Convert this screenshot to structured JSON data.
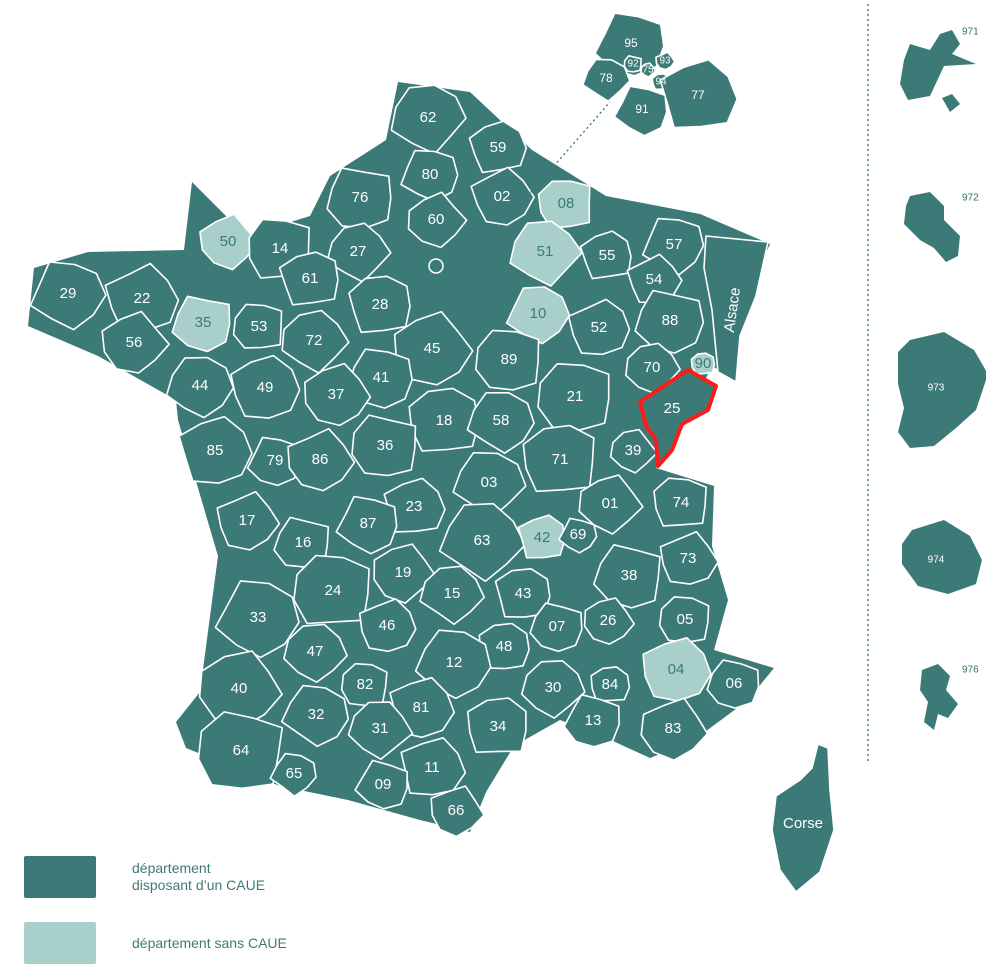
{
  "colors": {
    "with_caue": "#3c7a78",
    "without_caue": "#a9cfca",
    "highlight": "#ff1a1a",
    "label_dark_bg": "#ffffff",
    "label_light_bg": "#3c7a78"
  },
  "highlighted_department": "25",
  "departments": [
    {
      "code": "62",
      "caue": true
    },
    {
      "code": "59",
      "caue": true
    },
    {
      "code": "80",
      "caue": true
    },
    {
      "code": "02",
      "caue": true
    },
    {
      "code": "76",
      "caue": true
    },
    {
      "code": "60",
      "caue": true
    },
    {
      "code": "08",
      "caue": false
    },
    {
      "code": "51",
      "caue": false
    },
    {
      "code": "55",
      "caue": true
    },
    {
      "code": "57",
      "caue": true
    },
    {
      "code": "54",
      "caue": true
    },
    {
      "code": "Alsace",
      "caue": true
    },
    {
      "code": "50",
      "caue": false
    },
    {
      "code": "14",
      "caue": true
    },
    {
      "code": "27",
      "caue": true
    },
    {
      "code": "61",
      "caue": true
    },
    {
      "code": "29",
      "caue": true
    },
    {
      "code": "22",
      "caue": true
    },
    {
      "code": "35",
      "caue": false
    },
    {
      "code": "56",
      "caue": true
    },
    {
      "code": "53",
      "caue": true
    },
    {
      "code": "72",
      "caue": true
    },
    {
      "code": "28",
      "caue": true
    },
    {
      "code": "10",
      "caue": false
    },
    {
      "code": "52",
      "caue": true
    },
    {
      "code": "88",
      "caue": true
    },
    {
      "code": "45",
      "caue": true
    },
    {
      "code": "89",
      "caue": true
    },
    {
      "code": "70",
      "caue": true
    },
    {
      "code": "90",
      "caue": false
    },
    {
      "code": "44",
      "caue": true
    },
    {
      "code": "49",
      "caue": true
    },
    {
      "code": "41",
      "caue": true
    },
    {
      "code": "37",
      "caue": true
    },
    {
      "code": "21",
      "caue": true
    },
    {
      "code": "25",
      "caue": true
    },
    {
      "code": "18",
      "caue": true
    },
    {
      "code": "58",
      "caue": true
    },
    {
      "code": "85",
      "caue": true
    },
    {
      "code": "79",
      "caue": true
    },
    {
      "code": "86",
      "caue": true
    },
    {
      "code": "36",
      "caue": true
    },
    {
      "code": "39",
      "caue": true
    },
    {
      "code": "71",
      "caue": true
    },
    {
      "code": "03",
      "caue": true
    },
    {
      "code": "23",
      "caue": true
    },
    {
      "code": "87",
      "caue": true
    },
    {
      "code": "17",
      "caue": true
    },
    {
      "code": "16",
      "caue": true
    },
    {
      "code": "01",
      "caue": true
    },
    {
      "code": "74",
      "caue": true
    },
    {
      "code": "63",
      "caue": true
    },
    {
      "code": "42",
      "caue": false
    },
    {
      "code": "69",
      "caue": true
    },
    {
      "code": "73",
      "caue": true
    },
    {
      "code": "38",
      "caue": true
    },
    {
      "code": "19",
      "caue": true
    },
    {
      "code": "24",
      "caue": true
    },
    {
      "code": "15",
      "caue": true
    },
    {
      "code": "43",
      "caue": true
    },
    {
      "code": "33",
      "caue": true
    },
    {
      "code": "46",
      "caue": true
    },
    {
      "code": "07",
      "caue": true
    },
    {
      "code": "26",
      "caue": true
    },
    {
      "code": "05",
      "caue": true
    },
    {
      "code": "47",
      "caue": true
    },
    {
      "code": "48",
      "caue": true
    },
    {
      "code": "12",
      "caue": true
    },
    {
      "code": "04",
      "caue": false
    },
    {
      "code": "06",
      "caue": true
    },
    {
      "code": "40",
      "caue": true
    },
    {
      "code": "82",
      "caue": true
    },
    {
      "code": "30",
      "caue": true
    },
    {
      "code": "84",
      "caue": true
    },
    {
      "code": "32",
      "caue": true
    },
    {
      "code": "81",
      "caue": true
    },
    {
      "code": "13",
      "caue": true
    },
    {
      "code": "83",
      "caue": true
    },
    {
      "code": "64",
      "caue": true
    },
    {
      "code": "31",
      "caue": true
    },
    {
      "code": "34",
      "caue": true
    },
    {
      "code": "65",
      "caue": true
    },
    {
      "code": "11",
      "caue": true
    },
    {
      "code": "09",
      "caue": true
    },
    {
      "code": "66",
      "caue": true
    },
    {
      "code": "Corse",
      "caue": true
    }
  ],
  "paris_inset": [
    {
      "code": "95",
      "caue": true
    },
    {
      "code": "93",
      "caue": true
    },
    {
      "code": "92",
      "caue": true
    },
    {
      "code": "75",
      "caue": true
    },
    {
      "code": "94",
      "caue": true
    },
    {
      "code": "78",
      "caue": true
    },
    {
      "code": "77",
      "caue": true
    },
    {
      "code": "91",
      "caue": true
    }
  ],
  "overseas": [
    {
      "code": "971",
      "caue": true
    },
    {
      "code": "972",
      "caue": true
    },
    {
      "code": "973",
      "caue": true
    },
    {
      "code": "974",
      "caue": true
    },
    {
      "code": "976",
      "caue": true
    }
  ],
  "legend": [
    {
      "label": "département\ndisposant d’un CAUE",
      "caue": true
    },
    {
      "label": "département sans CAUE",
      "caue": false
    }
  ]
}
